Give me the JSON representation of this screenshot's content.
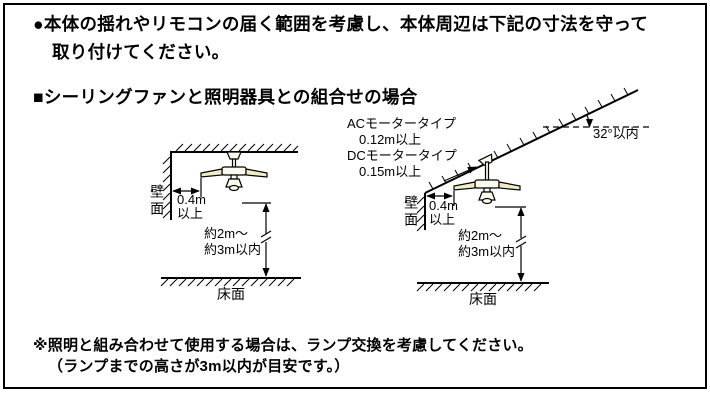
{
  "intro": {
    "line1": "●本体の揺れやリモコンの届く範囲を考慮し、本体周辺は下記の寸法を守って",
    "line2": "取り付けてください。"
  },
  "section": {
    "title": "■シーリングファンと照明器具との組合せの場合"
  },
  "diagram_left": {
    "wall": "壁面",
    "floor": "床面",
    "clearance_line1": "0.4m",
    "clearance_line2": "以上",
    "height_line1": "約2m〜",
    "height_line2": "約3m以内"
  },
  "diagram_right": {
    "angle": "32°以内",
    "ac_label": "ACモータータイプ",
    "ac_value": "0.12m以上",
    "dc_label": "DCモータータイプ",
    "dc_value": "0.15m以上",
    "wall": "壁面",
    "floor": "床面",
    "clearance_line1": "0.4m",
    "clearance_line2": "以上",
    "height_line1": "約2m〜",
    "height_line2": "約3m以内"
  },
  "footnote": {
    "line1": "※照明と組み合わせて使用する場合は、ランプ交換を考慮してください。",
    "line2": "（ランプまでの高さが3m以内が目安です。）"
  },
  "colors": {
    "line": "#000000",
    "blade_fill": "#f1ecc6",
    "body_fill": "#fcfaec"
  }
}
